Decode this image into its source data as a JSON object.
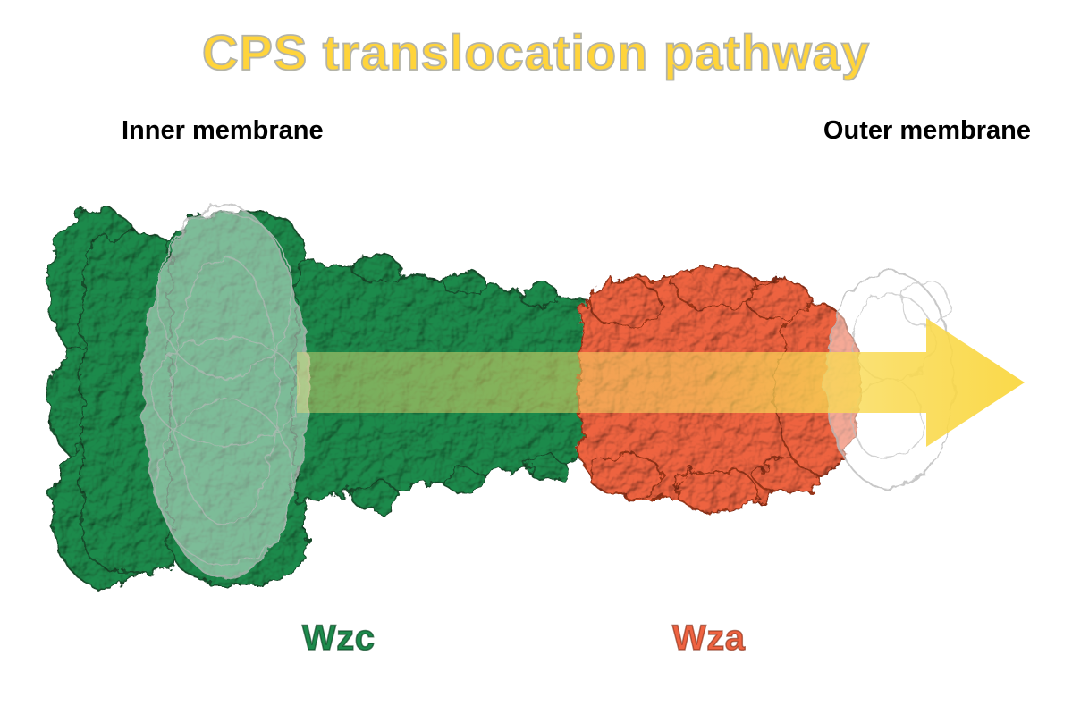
{
  "title": "CPS translocation pathway",
  "membrane_labels": {
    "inner": "Inner membrane",
    "outer": "Outer membrane"
  },
  "proteins": {
    "wzc": {
      "label": "Wzc",
      "color": "#1E8A4C"
    },
    "wza": {
      "label": "Wza",
      "color": "#EE6341"
    }
  },
  "arrow": {
    "direction": "left-to-right",
    "color": "#F9D84F"
  },
  "figure": {
    "elements": [
      "wzc-density",
      "inner-membrane-density",
      "wza-density",
      "outer-membrane-density",
      "translocation-arrow"
    ]
  },
  "colors": {
    "background": "#FFFFFF",
    "title": "#FFD43B",
    "title_outline": "#B3B3A8",
    "label_text": "#000000",
    "wzc": "#1E8A4C",
    "wza": "#EE6341",
    "arrow": "#F9D84F",
    "membrane_outline": "#BDBDBD"
  }
}
